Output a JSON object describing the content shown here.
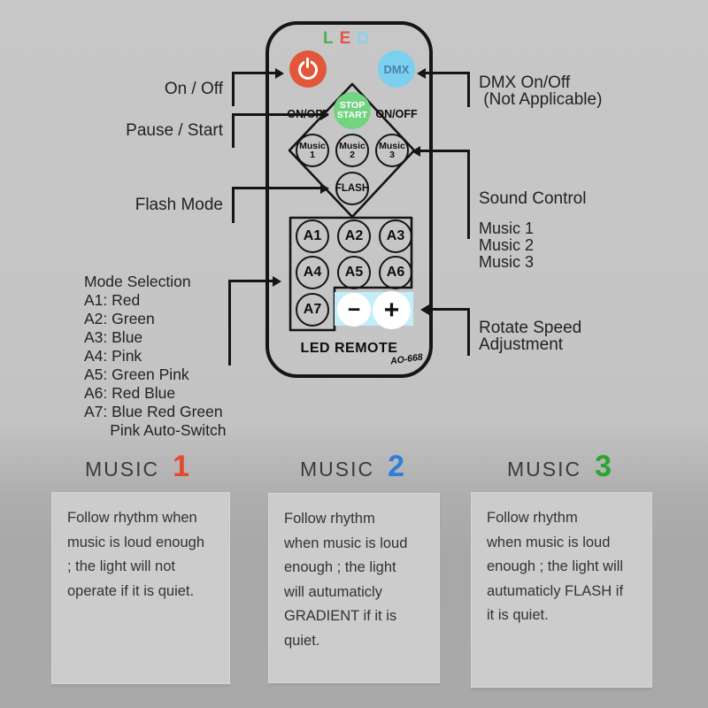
{
  "remote": {
    "led_letters": [
      {
        "char": "L",
        "color": "#4cae4f"
      },
      {
        "char": "E",
        "color": "#e2564a"
      },
      {
        "char": "D",
        "color": "#86d3f1"
      }
    ],
    "power_sub_label": "ON/OFF",
    "dmx_label": "DMX",
    "dmx_sub_label": "ON/OFF",
    "stop_start_label": "STOP\nSTART",
    "music_buttons": [
      "Music\n1",
      "Music\n2",
      "Music\n3"
    ],
    "flash_label": "FLASH",
    "mode_buttons": [
      "A1",
      "A2",
      "A3",
      "A4",
      "A5",
      "A6",
      "A7"
    ],
    "minus_label": "−",
    "plus_label": "+",
    "brand": "LED REMOTE",
    "model": "AO-668",
    "colors": {
      "power_button": "#e2563a",
      "dmx_button": "#7bcfef",
      "stop_start_button": "#72d381",
      "speed_panel": "#c3edf8"
    }
  },
  "annotations": {
    "left": {
      "on_off": "On / Off",
      "pause_start": "Pause / Start",
      "flash_mode": "Flash Mode",
      "mode_selection": "Mode Selection\nA1: Red\nA2: Green\nA3: Blue\nA4: Pink\nA5: Green Pink\nA6: Red Blue\nA7: Blue Red Green\n      Pink Auto-Switch"
    },
    "right": {
      "dmx": "DMX On/Off\n (Not Applicable)",
      "sound_control": "Sound Control",
      "sound_items": "Music 1\nMusic 2\nMusic 3",
      "rotate_speed": "Rotate Speed\nAdjustment"
    }
  },
  "music_sections": [
    {
      "label": "MUSIC",
      "number": "1",
      "number_color": "#e24a2c",
      "body": "Follow rhythm when\nmusic is loud enough\n; the light will not\noperate if it is quiet."
    },
    {
      "label": "MUSIC",
      "number": "2",
      "number_color": "#2d7fd8",
      "body": "Follow rhythm\nwhen music is loud\nenough ; the light\nwill autumaticly\nGRADIENT if it is\nquiet."
    },
    {
      "label": "MUSIC",
      "number": "3",
      "number_color": "#2aa52f",
      "body": "Follow rhythm\nwhen music is loud\nenough ; the light will\nautumaticly FLASH if\nit is quiet."
    }
  ]
}
